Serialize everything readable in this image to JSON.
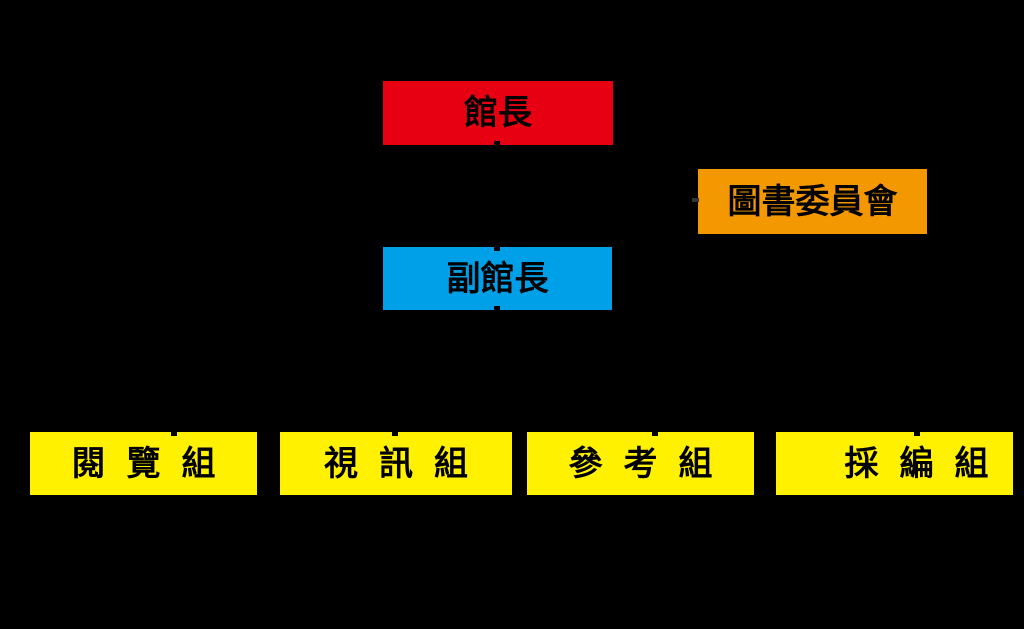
{
  "canvas": {
    "background": "#000000",
    "text_color": "#000000"
  },
  "org_chart": {
    "type": "org-chart",
    "nodes": {
      "director": {
        "label": "館長",
        "color": "#e60012"
      },
      "library_committee": {
        "label": "圖書委員會",
        "color": "#f39800"
      },
      "deputy_director": {
        "label": "副館長",
        "color": "#00a0e9"
      },
      "sections": [
        {
          "label": "閱覽組",
          "color": "#fff100"
        },
        {
          "label": "視訊組",
          "color": "#fff100"
        },
        {
          "label": "參考組",
          "color": "#fff100"
        },
        {
          "label": "採編組",
          "color": "#fff100"
        }
      ]
    },
    "hierarchy": {
      "director_reports": [
        "deputy_director"
      ],
      "director_advisory": [
        "library_committee"
      ],
      "deputy_director_reports": [
        "閱覽組",
        "視訊組",
        "參考組",
        "採編組"
      ]
    }
  }
}
